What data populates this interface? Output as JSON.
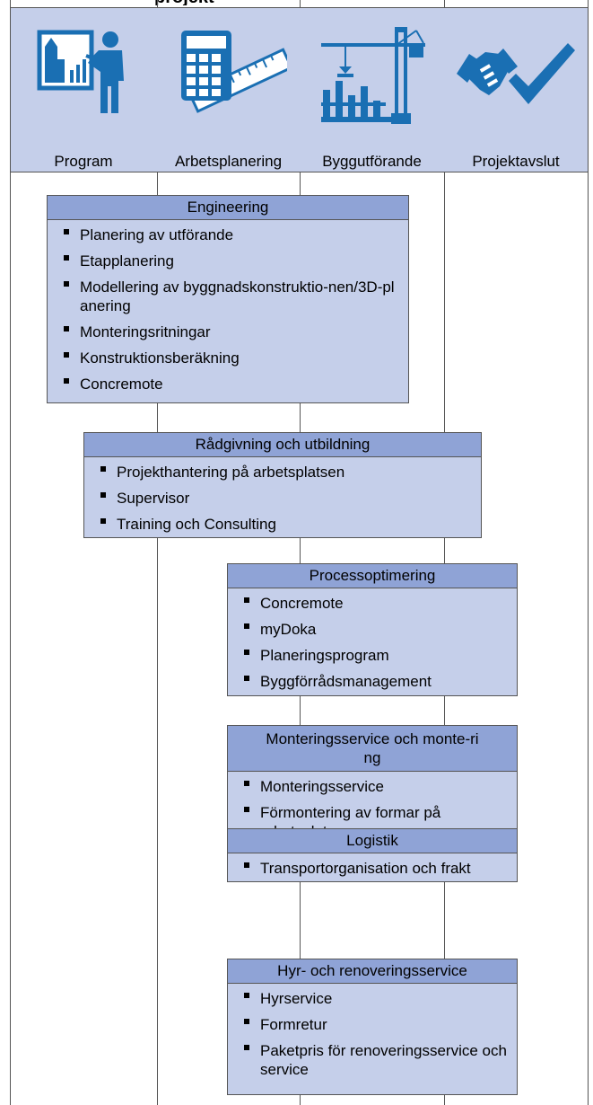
{
  "title_fragment": "projekt",
  "columns": [
    {
      "label": "Program",
      "icon": "presentation-icon"
    },
    {
      "label": "Arbetsplanering",
      "icon": "calculator-ruler-icon"
    },
    {
      "label": "Byggutförande",
      "icon": "crane-construction-icon"
    },
    {
      "label": "Projektavslut",
      "icon": "handshake-checkmark-icon"
    }
  ],
  "colors": {
    "header_fill": "#c5cfea",
    "box_head": "#8fa3d6",
    "icon_blue": "#1a6fb3"
  },
  "boxes": [
    {
      "title": "Engineering",
      "items": [
        "Planering av utförande",
        "Etapplanering",
        "Modellering av byggnadskonstruktio-nen/3D-planering",
        "Monteringsritningar",
        "Konstruktionsberäkning",
        "Concremote"
      ]
    },
    {
      "title": "Rådgivning och utbildning",
      "items": [
        "Projekthantering på arbetsplatsen",
        "Supervisor",
        "Training och Consulting"
      ]
    },
    {
      "title": "Processoptimering",
      "items": [
        "Concremote",
        "myDoka",
        "Planeringsprogram",
        "Byggförrådsmanagement"
      ]
    },
    {
      "title": "Monteringsservice och monte-ring",
      "items": [
        "Monteringsservice",
        "Förmontering av formar på arbetsplatsen"
      ]
    },
    {
      "title": "Logistik",
      "items": [
        "Transportorganisation och frakt"
      ]
    },
    {
      "title": "Hyr- och renoveringsservice",
      "items": [
        "Hyrservice",
        "Formretur",
        "Paketpris för renoveringsservice och service"
      ]
    }
  ]
}
